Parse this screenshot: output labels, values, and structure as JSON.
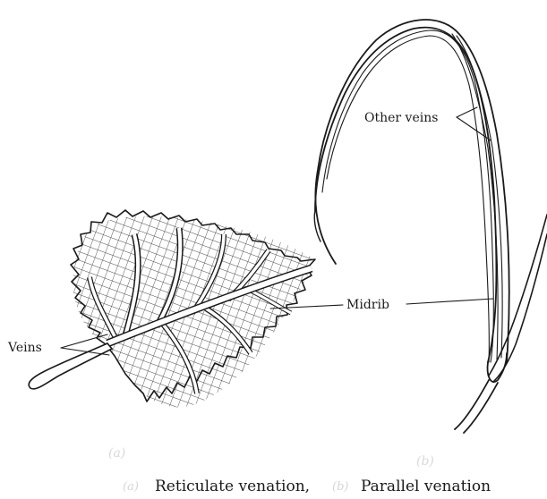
{
  "labels": {
    "other_veins": "Other veins",
    "midrib": "Midrib",
    "veins": "Veins"
  },
  "panels": {
    "a": "(a)",
    "b": "(b)"
  },
  "caption": {
    "a_marker": "(a)",
    "a_text": "Reticulate venation,",
    "b_marker": "(b)",
    "b_text": "Parallel venation"
  }
}
